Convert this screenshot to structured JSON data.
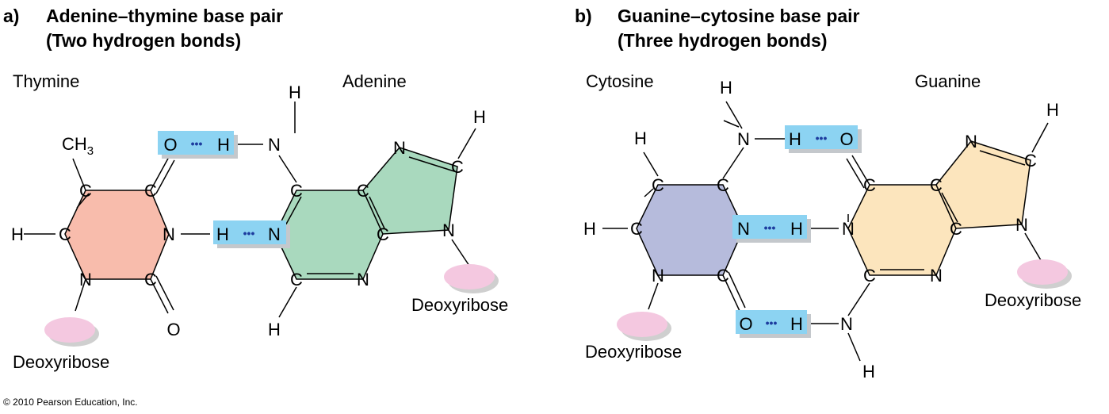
{
  "panel_a": {
    "letter": "a)",
    "title_line1": "Adenine–thymine base pair",
    "title_line2": "(Two hydrogen bonds)",
    "left_molecule": "Thymine",
    "right_molecule": "Adenine",
    "sugar_left": "Deoxyribose",
    "sugar_right": "Deoxyribose",
    "methyl": "CH",
    "methyl_sub": "3"
  },
  "panel_b": {
    "letter": "b)",
    "title_line1": "Guanine–cytosine base pair",
    "title_line2": "(Three hydrogen bonds)",
    "left_molecule": "Cytosine",
    "right_molecule": "Guanine",
    "sugar_left": "Deoxyribose",
    "sugar_right": "Deoxyribose"
  },
  "hbond": "•••",
  "atoms": {
    "C": "C",
    "N": "N",
    "O": "O",
    "H": "H"
  },
  "colors": {
    "thymine": "#f8bcac",
    "adenine": "#a9d9be",
    "cytosine": "#b6bbdc",
    "guanine": "#fce5bd",
    "hbond_box": "#8cd3f2",
    "hbond_box_shadow": "#c4c8cc",
    "dots": "#1d3c9e",
    "sugar": "#f4c8e0",
    "sugar_shadow": "#cfcfcf"
  },
  "copyright": "© 2010 Pearson Education, Inc."
}
